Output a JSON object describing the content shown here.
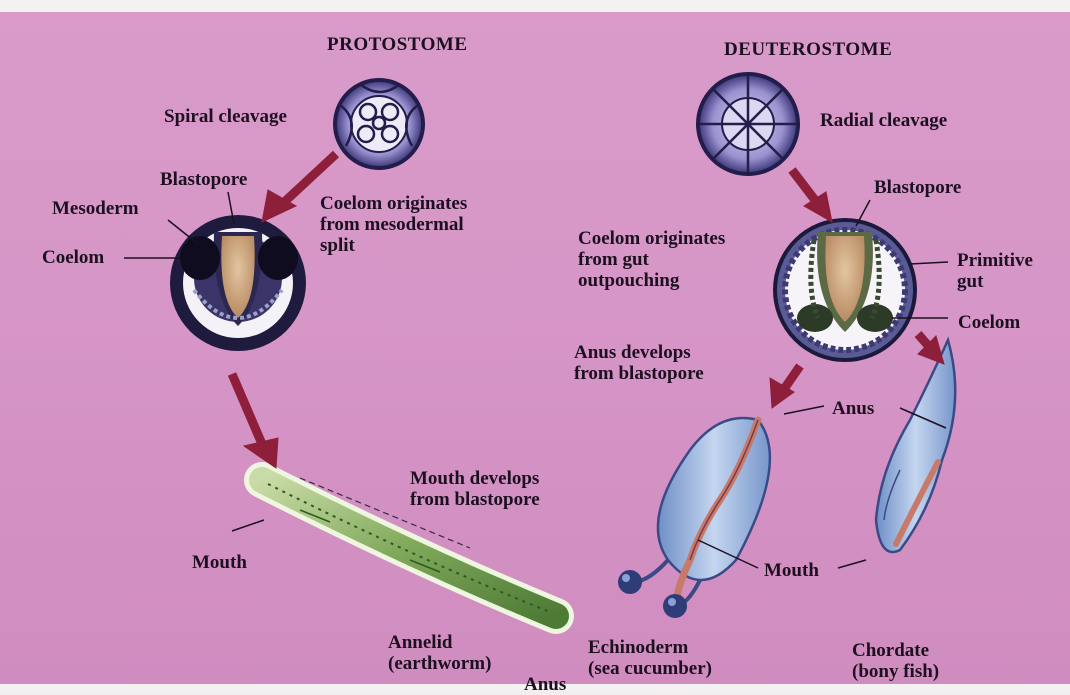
{
  "protostome": {
    "title": "PROTOSTOME",
    "cleavage": "Spiral cleavage",
    "blastopore": "Blastopore",
    "mesoderm": "Mesoderm",
    "coelom": "Coelom",
    "coelom_origin": "Coelom originates\nfrom mesodermal\nsplit",
    "mouth_develops": "Mouth develops\nfrom blastopore",
    "mouth": "Mouth",
    "anus": "Anus",
    "organism": "Annelid\n(earthworm)"
  },
  "deuterostome": {
    "title": "DEUTEROSTOME",
    "cleavage": "Radial cleavage",
    "blastopore": "Blastopore",
    "coelom_origin": "Coelom originates\nfrom gut\noutpouching",
    "primitive_gut": "Primitive\ngut",
    "coelom": "Coelom",
    "anus_develops": "Anus develops\nfrom blastopore",
    "anus": "Anus",
    "mouth": "Mouth",
    "organism_1": "Echinoderm\n(sea cucumber)",
    "organism_2": "Chordate\n(bony fish)"
  },
  "colors": {
    "background": "#d696c7",
    "arrow": "#8e1f3a",
    "embryo_ring": "#2a2350",
    "cleavage_fill": "#8f87c6",
    "gut_fill": "#c9a37c",
    "worm": "#6f9b4a",
    "sea_cucumber": "#9cb6dc",
    "fish": "#a8c0e2"
  }
}
